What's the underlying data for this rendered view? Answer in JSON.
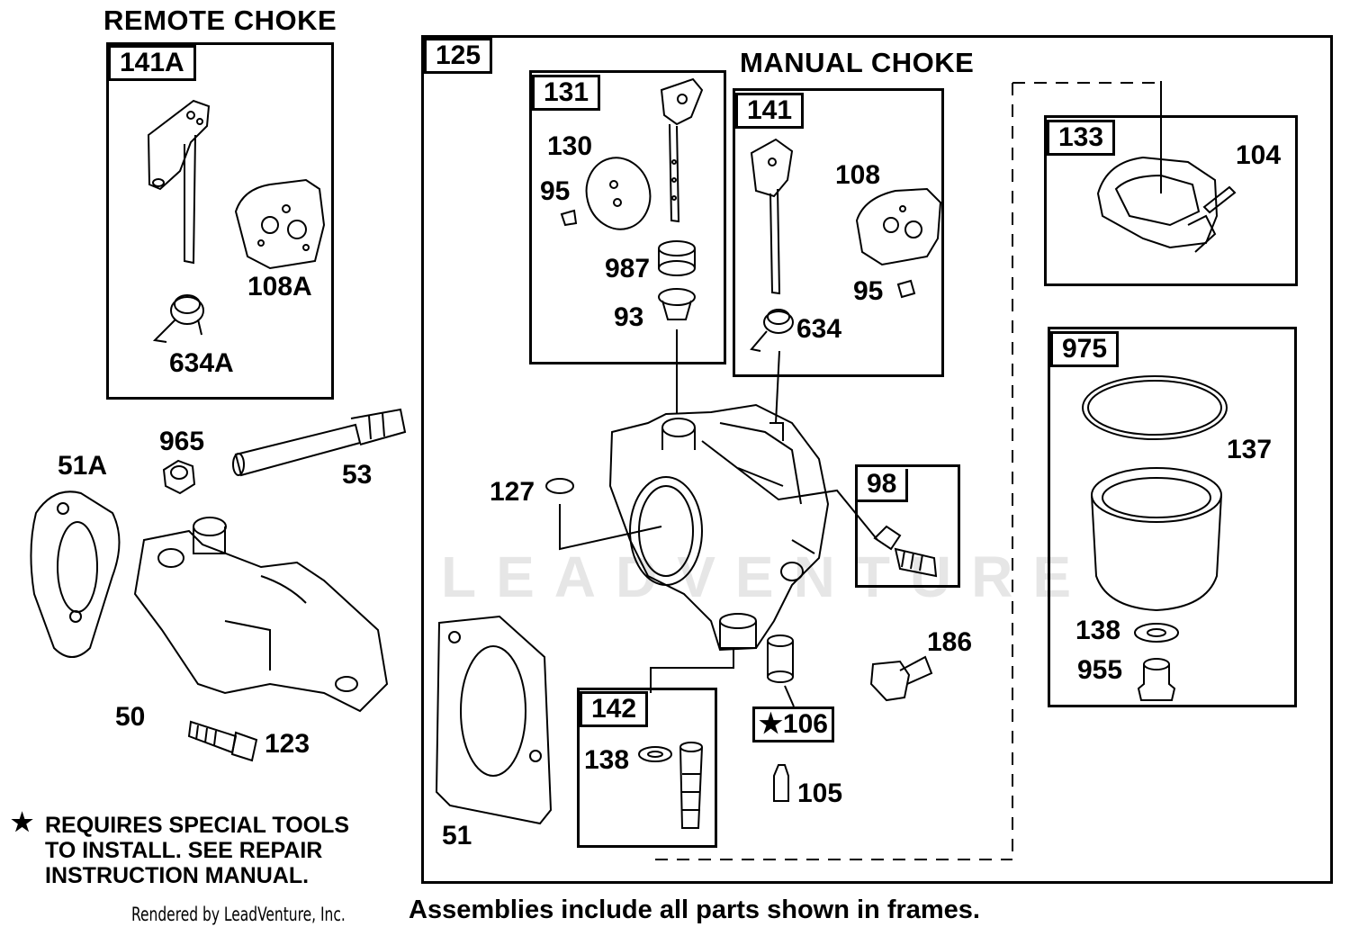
{
  "titles": {
    "remote_choke": "REMOTE CHOKE",
    "manual_choke": "MANUAL CHOKE"
  },
  "frames": {
    "f141A": "141A",
    "f125": "125",
    "f131": "131",
    "f141": "141",
    "f133": "133",
    "f975": "975",
    "f98": "98",
    "f142": "142",
    "f106": "★106"
  },
  "parts": {
    "p108A": "108A",
    "p634A": "634A",
    "p965": "965",
    "p53": "53",
    "p51A": "51A",
    "p50": "50",
    "p123": "123",
    "p130": "130",
    "p95a": "95",
    "p987": "987",
    "p93": "93",
    "p108": "108",
    "p95b": "95",
    "p634": "634",
    "p104": "104",
    "p137": "137",
    "p138a": "138",
    "p955": "955",
    "p127": "127",
    "p186": "186",
    "p51": "51",
    "p138b": "138",
    "p105": "105"
  },
  "notes": {
    "star": "★",
    "special_line1": "REQUIRES SPECIAL TOOLS",
    "special_line2": "TO INSTALL.  SEE REPAIR",
    "special_line3": "INSTRUCTION MANUAL.",
    "rendered_by": "Rendered by LeadVenture, Inc.",
    "assemblies": "Assemblies include all parts shown in frames.",
    "watermark": "LEADVENTURE"
  }
}
